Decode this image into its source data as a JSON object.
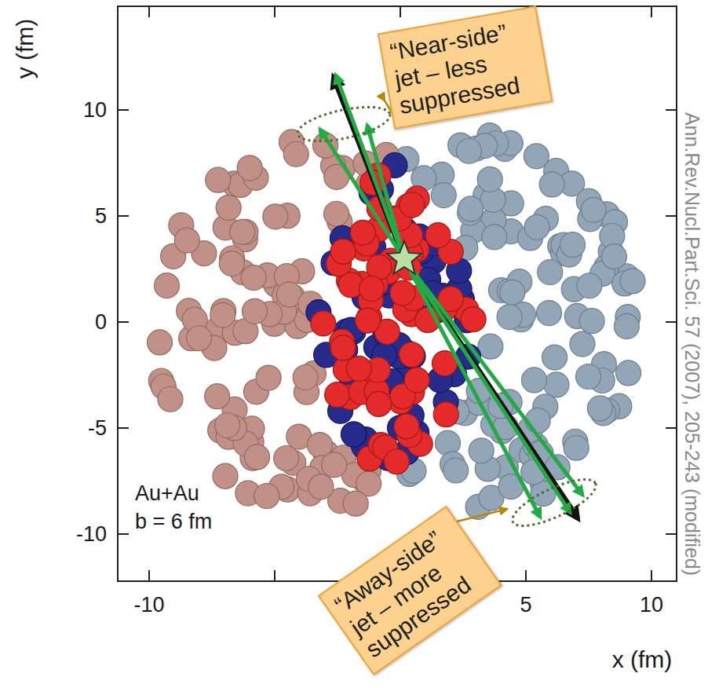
{
  "diagram": {
    "nodes": [
      {
        "text": [
          "“Near-side” jet – less suppressed"
        ]
      },
      {
        "text": [
          "“Away-side” jet – more suppressed"
        ]
      }
    ],
    "labels": [
      "y (fm)",
      "10",
      "5",
      "0",
      "-5",
      "-10",
      "-10",
      "5",
      "10",
      "Au+Au",
      "b = 6 fm",
      "x (fm)",
      "Ann.Rev.Nucl.Part.Sci. 57 (2007), 205-243 (modified)"
    ]
  }
}
